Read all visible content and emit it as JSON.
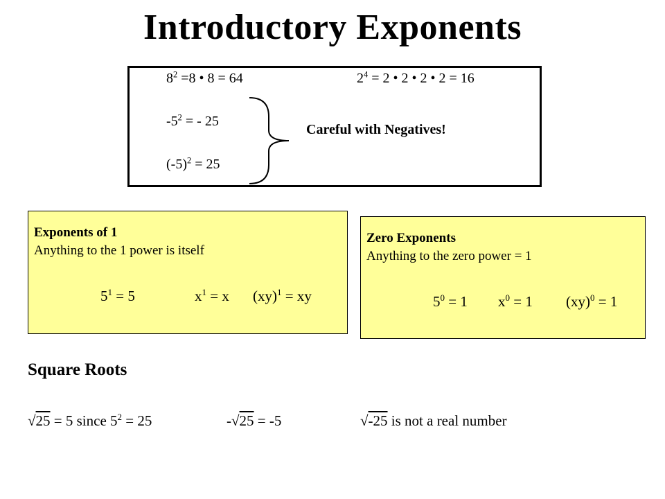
{
  "title": "Introductory Exponents",
  "top_box": {
    "ex1": {
      "base": "8",
      "exp": "2",
      "rest": " =8 • 8 =  64"
    },
    "ex2": {
      "base": "2",
      "exp": "4",
      "rest": " = 2 • 2 • 2 • 2 = 16"
    },
    "ex3": {
      "base": "-5",
      "exp": "2",
      "rest": "  =  - 25"
    },
    "ex4": {
      "base": "(-5)",
      "exp": "2",
      "rest": " =  25"
    },
    "careful": "Careful with Negatives!"
  },
  "exponents_one": {
    "heading": "Exponents of 1",
    "description": "Anything to the 1 power is itself",
    "ex1": {
      "base": "5",
      "exp": "1",
      "rest": " = 5"
    },
    "ex2": {
      "base": "x",
      "exp": "1",
      "rest": " = x"
    },
    "ex3": {
      "base": "(xy)",
      "exp": "1",
      "rest": " = xy"
    }
  },
  "exponents_zero": {
    "heading": "Zero Exponents",
    "description": "Anything to the zero power = 1",
    "ex1": {
      "base": "5",
      "exp": "0",
      "rest": " = 1"
    },
    "ex2": {
      "base": "x",
      "exp": "0",
      "rest": " = 1"
    },
    "ex3": {
      "base": "(xy)",
      "exp": "0",
      "rest": " = 1"
    }
  },
  "square_roots": {
    "heading": "Square Roots",
    "ex1": {
      "sign": "",
      "radicand": "25",
      "middle": " = 5 since ",
      "base": "5",
      "exp": "2",
      "tail": " = 25"
    },
    "ex2": {
      "sign": "-",
      "radicand": "25",
      "tail": " = -5"
    },
    "ex3": {
      "radicand": "-25",
      "tail": " is not a real number"
    }
  },
  "colors": {
    "note_fill": "#ffff99",
    "border": "#000000"
  }
}
